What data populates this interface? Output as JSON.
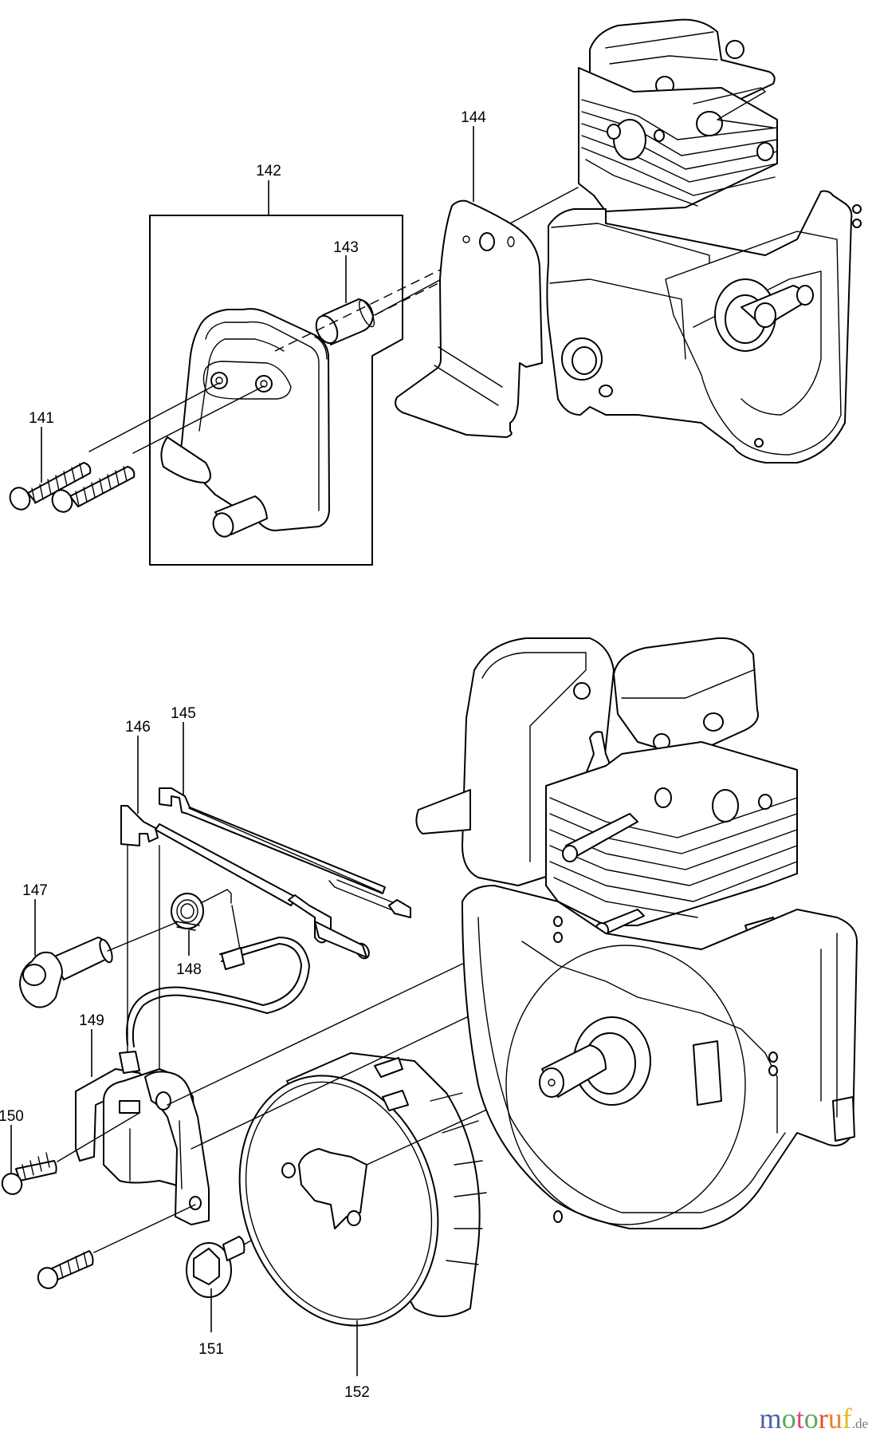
{
  "diagram": {
    "type": "exploded-parts-diagram",
    "subject": "engine muffler and ignition assembly",
    "part_labels": {
      "p141": "141",
      "p142": "142",
      "p143": "143",
      "p144": "144",
      "p145": "145",
      "p146": "146",
      "p147": "147",
      "p148": "148",
      "p149": "149",
      "p150": "150",
      "p151": "151",
      "p152": "152"
    },
    "groups": {
      "top": {
        "parts": [
          "141",
          "142",
          "143",
          "144"
        ],
        "description": "muffler assembly, bolts, gasket, engine"
      },
      "bottom": {
        "parts": [
          "145",
          "146",
          "147",
          "148",
          "149",
          "150",
          "151",
          "152"
        ],
        "description": "ignition coil, wires, spring, plug cap, flywheel, engine"
      }
    }
  },
  "watermark": {
    "letters": [
      {
        "ch": "m",
        "color": "#4a62a8"
      },
      {
        "ch": "o",
        "color": "#5aa855"
      },
      {
        "ch": "t",
        "color": "#d8457c"
      },
      {
        "ch": "o",
        "color": "#5aa855"
      },
      {
        "ch": "r",
        "color": "#e0502c"
      },
      {
        "ch": "u",
        "color": "#e8862a"
      },
      {
        "ch": "f",
        "color": "#e6be22"
      }
    ],
    "suffix": ".de",
    "suffix_color": "#777777"
  }
}
